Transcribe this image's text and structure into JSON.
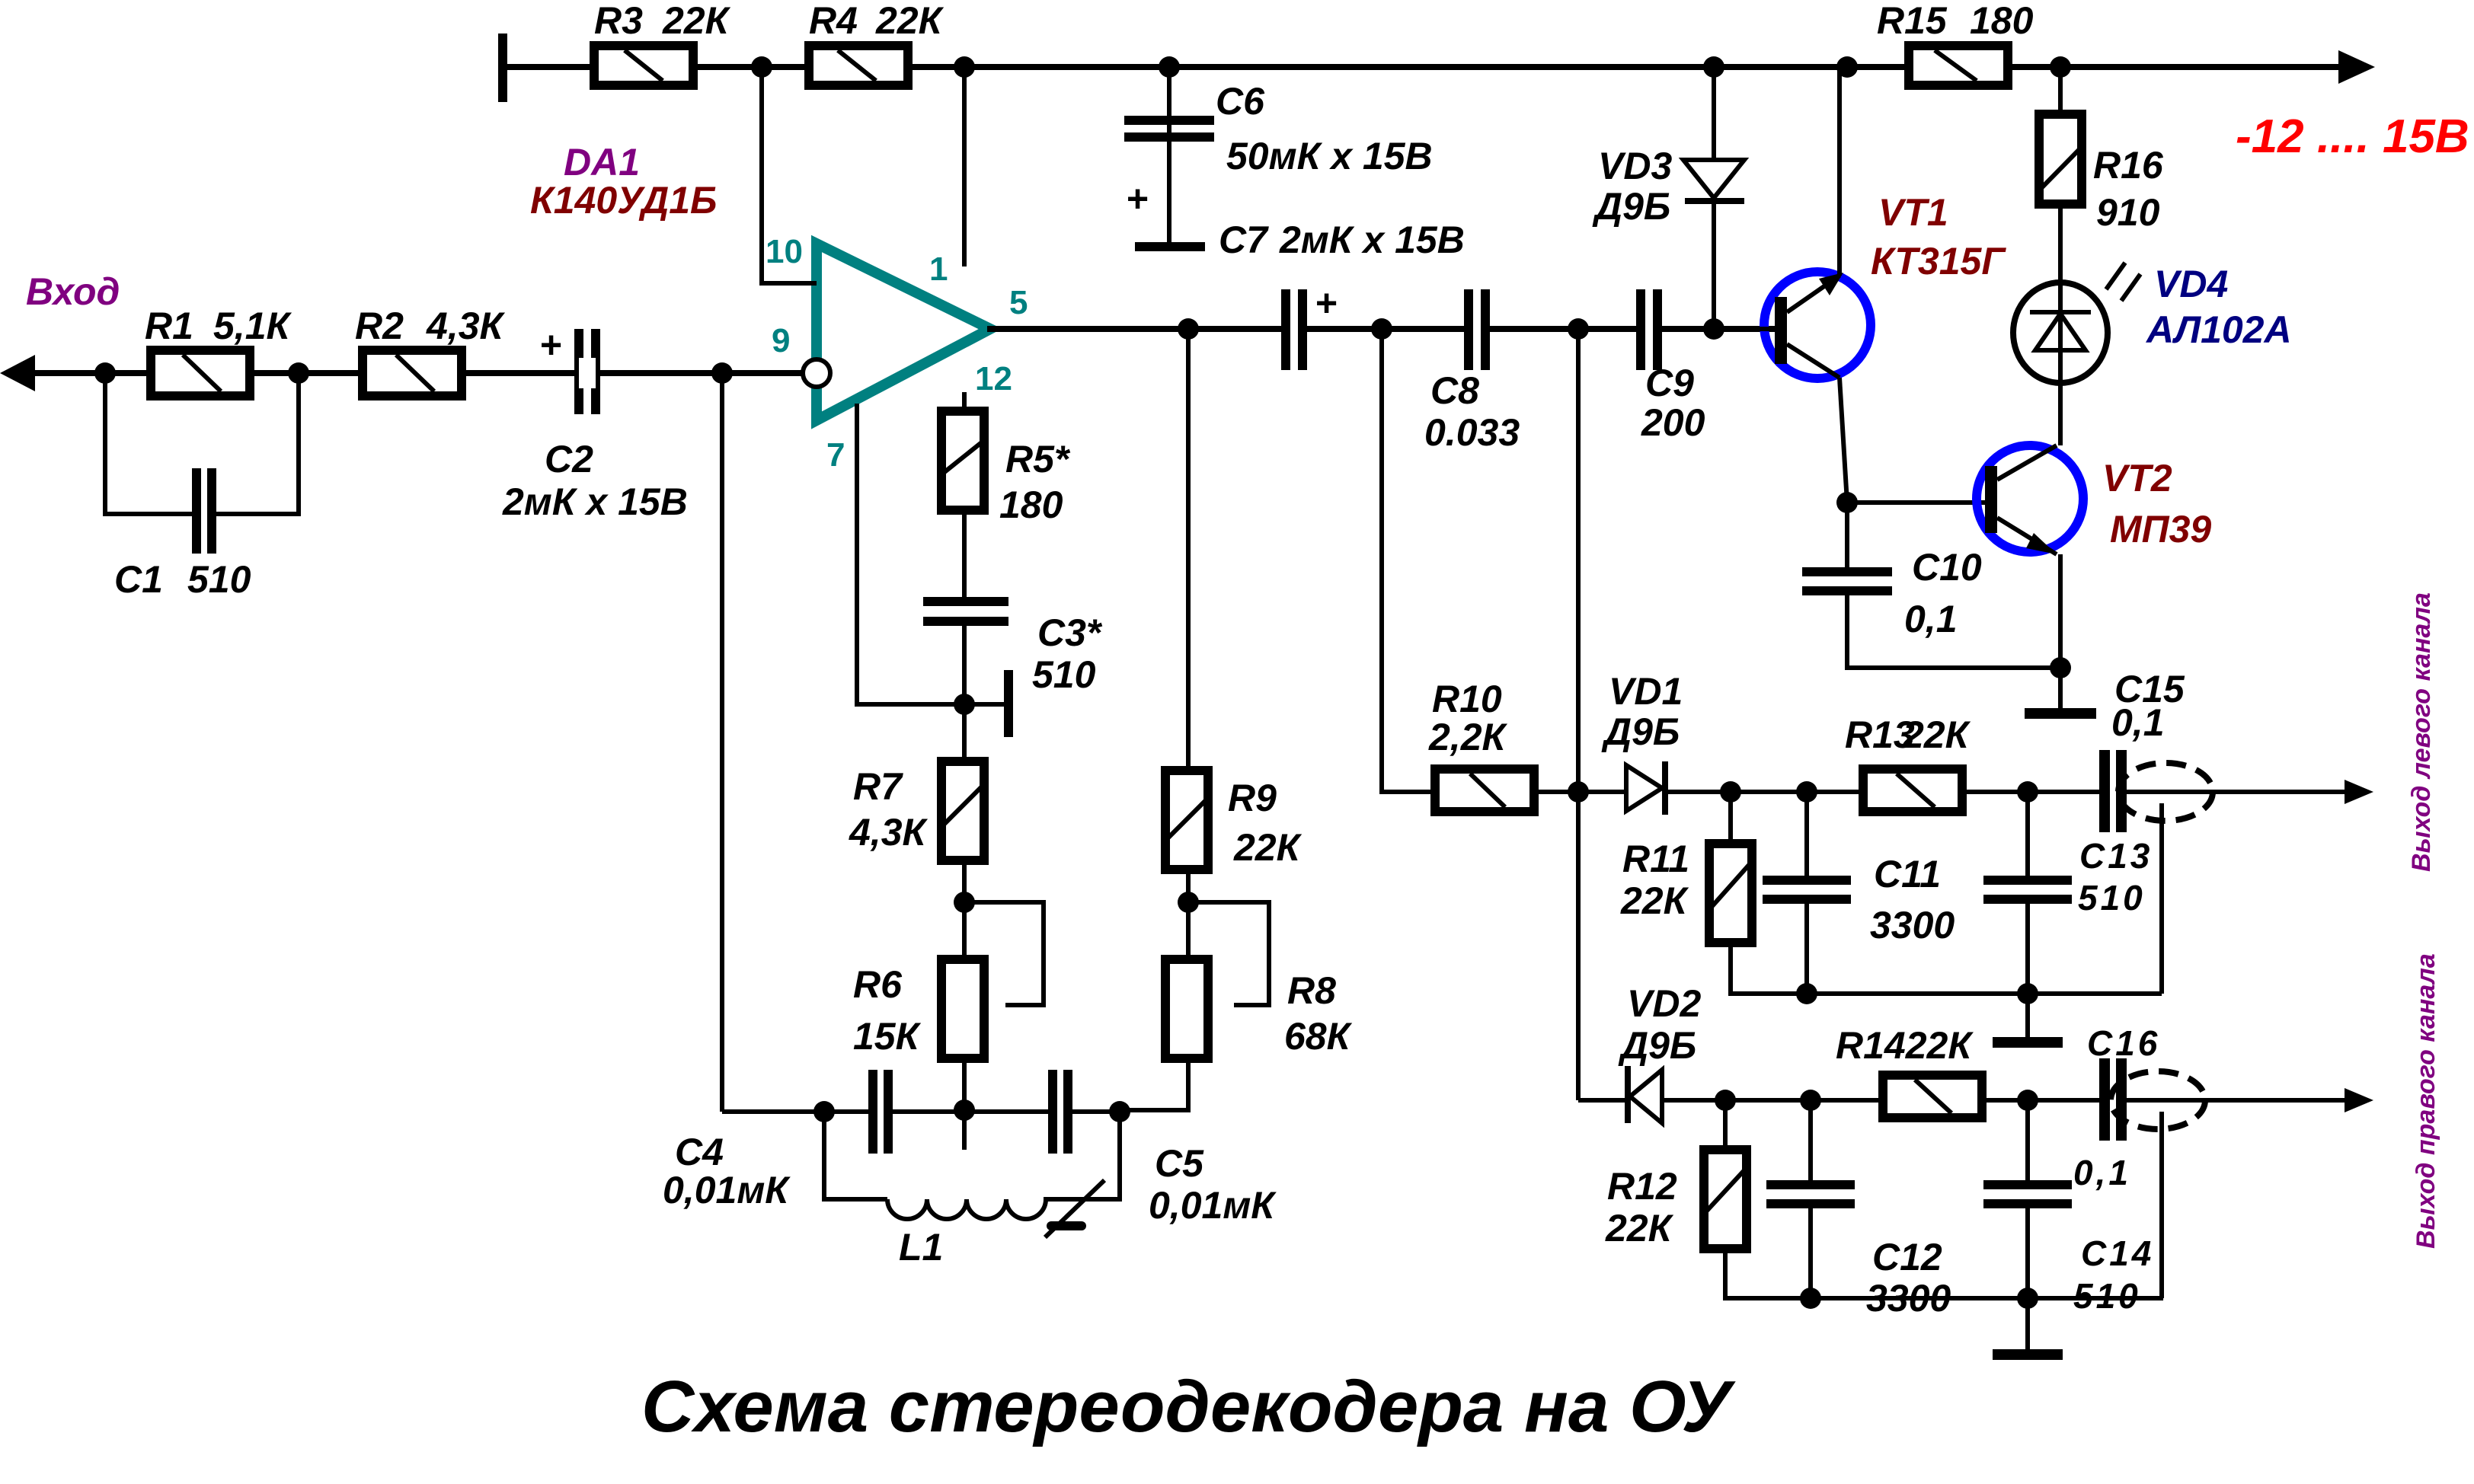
{
  "title": "Схема стереодекодера на ОУ",
  "colors": {
    "wire": "#000000",
    "opamp": "#008080",
    "transistor_ring": "#0000ff",
    "ref_label": "#800080",
    "part_label": "#800000",
    "led_label": "#000080",
    "supply_label": "#ff0000"
  },
  "io": {
    "input": "Вход",
    "supply": "-12 .... 15В",
    "out_left": "Выход левого канала",
    "out_right": "Выход правого канала"
  },
  "opamp": {
    "ref": "DA1",
    "part": "К140УД1Б",
    "pins": {
      "p10": "10",
      "p1": "1",
      "p5": "5",
      "p9": "9",
      "p12": "12",
      "p7": "7"
    }
  },
  "components": {
    "R1": {
      "ref": "R1",
      "value": "5,1К"
    },
    "R2": {
      "ref": "R2",
      "value": "4,3К"
    },
    "R3": {
      "ref": "R3",
      "value": "22К"
    },
    "R4": {
      "ref": "R4",
      "value": "22К"
    },
    "R5": {
      "ref": "R5*",
      "value": "180"
    },
    "R6": {
      "ref": "R6",
      "value": "15К"
    },
    "R7": {
      "ref": "R7",
      "value": "4,3К"
    },
    "R8": {
      "ref": "R8",
      "value": "68К"
    },
    "R9": {
      "ref": "R9",
      "value": "22К"
    },
    "R10": {
      "ref": "R10",
      "value": "2,2К"
    },
    "R11": {
      "ref": "R11",
      "value": "22К"
    },
    "R12": {
      "ref": "R12",
      "value": "22К"
    },
    "R13": {
      "ref": "R13",
      "value": "22К"
    },
    "R14": {
      "ref": "R14",
      "value": "22К",
      "combined": "R1422К"
    },
    "R15": {
      "ref": "R15",
      "value": "180"
    },
    "R16": {
      "ref": "R16",
      "value": "910"
    },
    "C1": {
      "ref": "C1",
      "value": "510"
    },
    "C2": {
      "ref": "C2",
      "value": "2мК x 15В"
    },
    "C3": {
      "ref": "C3*",
      "value": "510"
    },
    "C4": {
      "ref": "C4",
      "value": "0,01мК"
    },
    "C5": {
      "ref": "C5",
      "value": "0,01мК"
    },
    "C6": {
      "ref": "C6",
      "value": "50мК x 15В"
    },
    "C7": {
      "ref": "C7",
      "value": "2мК x 15В"
    },
    "C8": {
      "ref": "C8",
      "value": "0.033"
    },
    "C9": {
      "ref": "C9",
      "value": "200"
    },
    "C10": {
      "ref": "C10",
      "value": "0,1"
    },
    "C11": {
      "ref": "C11",
      "value": "3300"
    },
    "C12": {
      "ref": "C12",
      "value": "3300"
    },
    "C13": {
      "ref": "C13",
      "value": "510"
    },
    "C14": {
      "ref": "C14",
      "value": "510"
    },
    "C15": {
      "ref": "C15",
      "value": "0,1"
    },
    "C16": {
      "ref": "C16",
      "value": "0,1"
    },
    "L1": {
      "ref": "L1"
    },
    "VD1": {
      "ref": "VD1",
      "part": "Д9Б"
    },
    "VD2": {
      "ref": "VD2",
      "part": "Д9Б"
    },
    "VD3": {
      "ref": "VD3",
      "part": "Д9Б"
    },
    "VD4": {
      "ref": "VD4",
      "part": "АЛ102А"
    },
    "VT1": {
      "ref": "VT1",
      "part": "КТ315Г"
    },
    "VT2": {
      "ref": "VT2",
      "part": "МП39"
    }
  },
  "plus_sign": "+"
}
